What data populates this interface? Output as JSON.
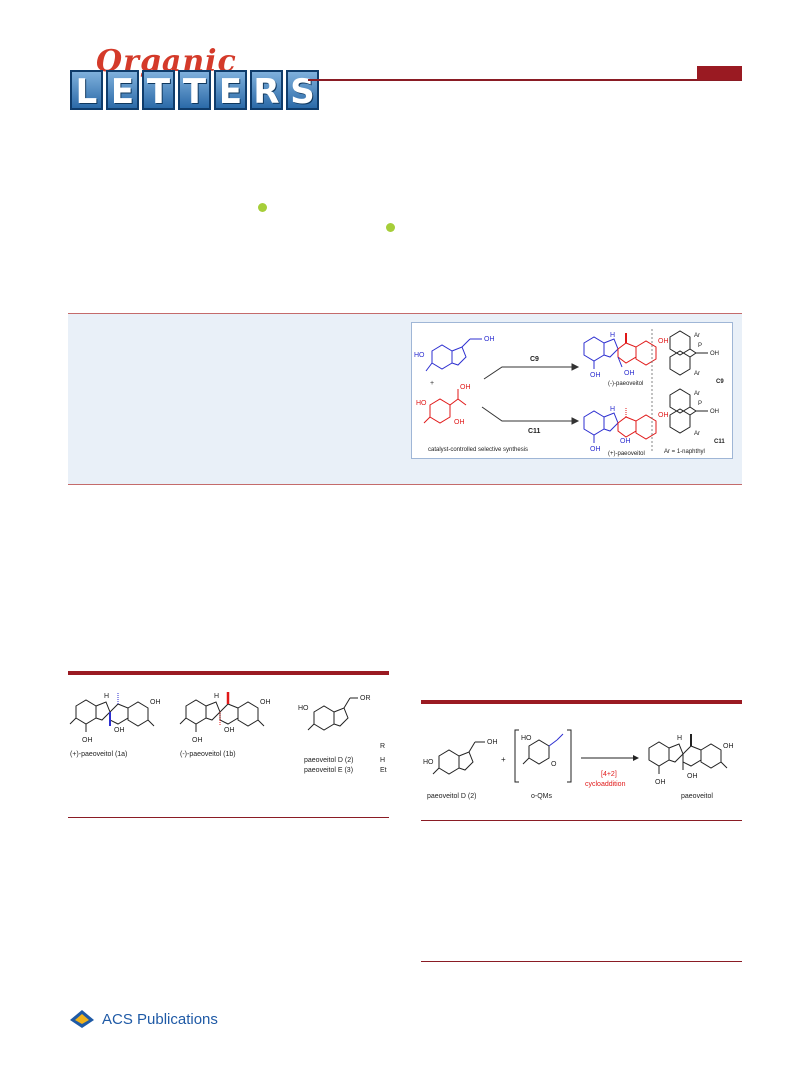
{
  "header": {
    "logo_script": "Organic",
    "logo_letters": [
      "L",
      "E",
      "T",
      "T",
      "E",
      "R",
      "S"
    ]
  },
  "toc_graphic": {
    "catalyst_top": "C9",
    "catalyst_bottom": "C11",
    "product_top": "(-)-paeoveitol",
    "product_bottom": "(+)-paeoveitol",
    "caption": "catalyst-controlled selective synthesis",
    "ar_note": "Ar = 1-naphthyl",
    "cat_label_top": "C9",
    "cat_label_bottom": "C11",
    "ar": "Ar",
    "oh": "OH",
    "ho": "HO",
    "h": "H",
    "plus": "+",
    "o": "O",
    "p": "P"
  },
  "figure1": {
    "compound_1a": "(+)-paeoveitol (1a)",
    "compound_1b": "(-)-paeoveitol (1b)",
    "compound_2": "paeoveitol D (2)",
    "compound_3": "paeoveitol E (3)",
    "r_header": "R",
    "r_2": "H",
    "r_3": "Et",
    "or_label": "OR",
    "oh": "OH",
    "ho": "HO",
    "h": "H"
  },
  "scheme1": {
    "reactant_1": "paeoveitol D (2)",
    "reactant_2": "o-QMs",
    "reaction_type_line1": "[4+2]",
    "reaction_type_line2": "cycloaddition",
    "product": "paeoveitol",
    "plus": "+",
    "oh": "OH",
    "ho": "HO",
    "h": "H",
    "o": "O"
  },
  "footer": {
    "publisher": "ACS Publications"
  },
  "colors": {
    "brand_red": "#9a1a22",
    "toc_bg": "#e9f0f8",
    "blue_structure": "#2d2fd0",
    "red_structure": "#e01818",
    "orcid_green": "#a6ce39",
    "acs_blue": "#1f5aa6"
  }
}
